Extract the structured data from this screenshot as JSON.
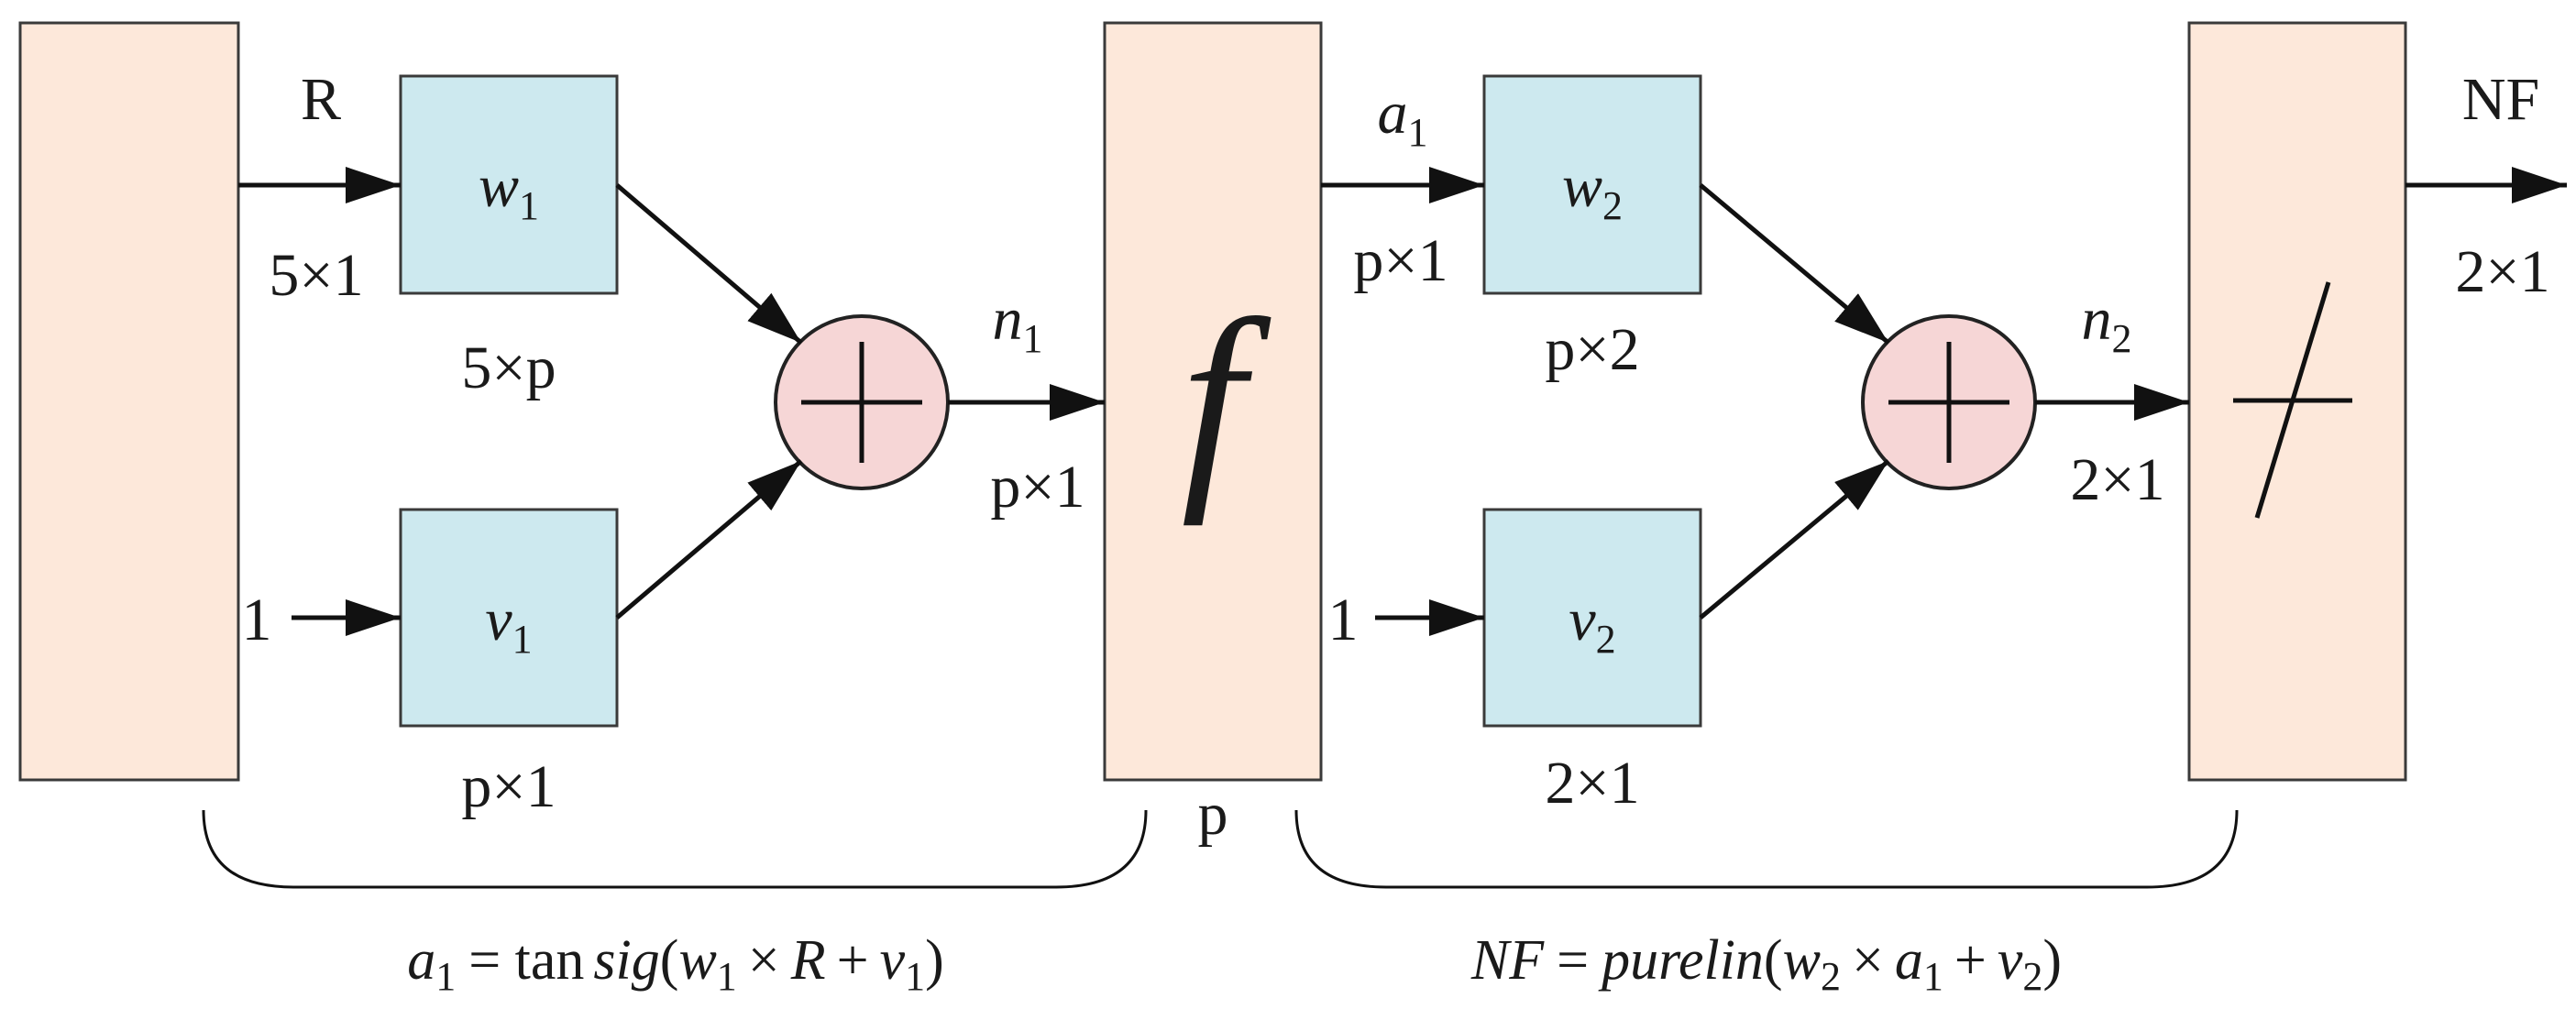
{
  "colors": {
    "layer_fill": "#fde8da",
    "weight_fill": "#cde9ef",
    "sum_fill": "#f6d6d6",
    "stroke": "#111111"
  },
  "input": {
    "signal": "R",
    "signal_dim": "5×1",
    "bias_input": "1"
  },
  "layer1": {
    "weight": {
      "symbol": "w",
      "index": "1",
      "dim": "5×p"
    },
    "bias": {
      "symbol": "v",
      "index": "1",
      "dim": "p×1"
    },
    "net": {
      "symbol": "n",
      "index": "1",
      "dim": "p×1"
    },
    "transfer": {
      "symbol": "f",
      "size_label": "p"
    },
    "output": {
      "symbol": "a",
      "index": "1",
      "dim": "p×1"
    },
    "bias_input": "1",
    "equation": {
      "lhs": "a",
      "lhs_sub": "1",
      "eq": "= tan",
      "fn": "sig",
      "open": "(",
      "w": "w",
      "w_sub": "1",
      "times": "×",
      "x": "R",
      "plus": "+",
      "b": "v",
      "b_sub": "1",
      "close": ")"
    }
  },
  "layer2": {
    "weight": {
      "symbol": "w",
      "index": "2",
      "dim": "p×2"
    },
    "bias": {
      "symbol": "v",
      "index": "2",
      "dim": "2×1"
    },
    "net": {
      "symbol": "n",
      "index": "2",
      "dim": "2×1"
    },
    "output": {
      "label": "NF",
      "dim": "2×1"
    },
    "equation": {
      "lhs": "NF",
      "eq": "=",
      "fn": "purelin",
      "open": "(",
      "w": "w",
      "w_sub": "2",
      "times": "×",
      "x": "a",
      "x_sub": "1",
      "plus": "+",
      "b": "v",
      "b_sub": "2",
      "close": ")"
    }
  }
}
